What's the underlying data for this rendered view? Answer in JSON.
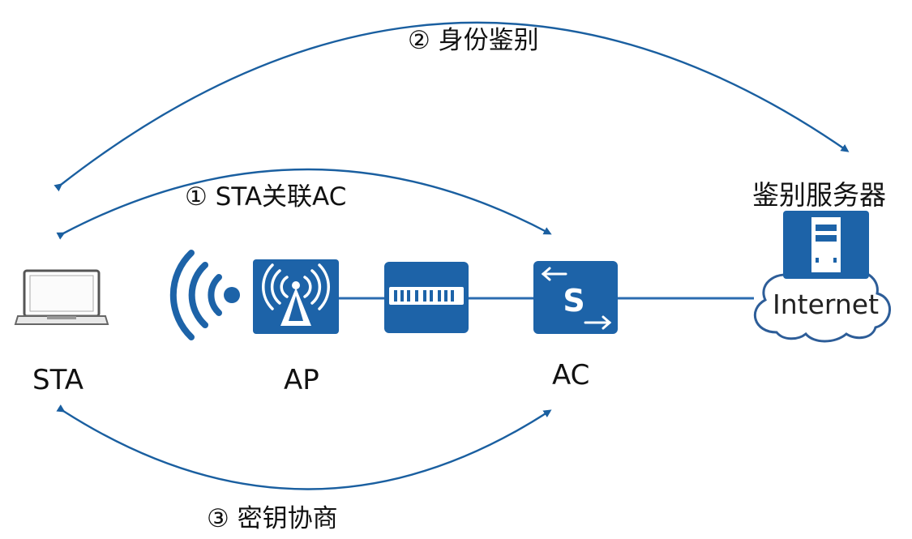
{
  "steps": {
    "identity_auth": "② 身份鉴别",
    "sta_assoc_ac": "① STA关联AC",
    "key_negotiation": "③ 密钥协商"
  },
  "nodes": {
    "sta": "STA",
    "ap": "AP",
    "ac": "AC",
    "auth_server": "鉴别服务器",
    "internet": "Internet"
  },
  "device_marks": {
    "switch_letter": "S"
  },
  "colors": {
    "device_blue": "#1d63a8",
    "device_blue_dark": "#15508c",
    "arrow_blue": "#1a5fa0",
    "link_blue": "#2b6cb0",
    "text": "#111111"
  },
  "icons": [
    "laptop-icon",
    "wifi-signal-icon",
    "access-point-icon",
    "network-device-icon",
    "switch-icon",
    "server-icon",
    "cloud-icon"
  ]
}
